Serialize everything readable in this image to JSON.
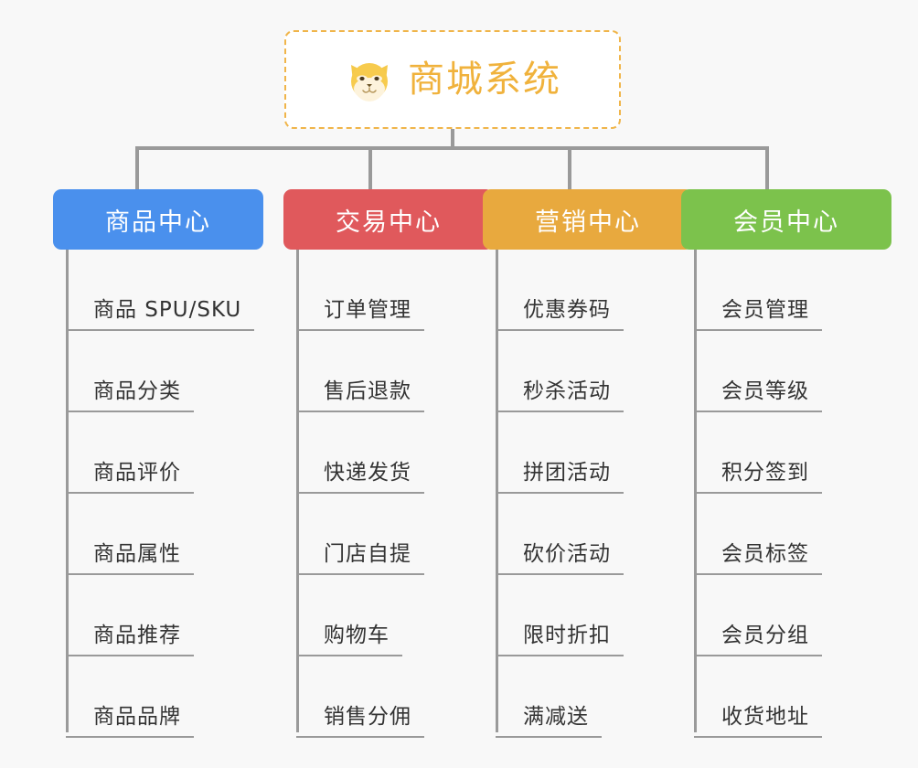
{
  "page": {
    "background_color": "#f8f8f8",
    "line_color": "#9a9a9a",
    "title": "商城系统"
  },
  "root": {
    "title": "商城系统",
    "icon": "shiba-dog-face-icon",
    "text_color": "#f0b23c",
    "border_color": "#f0b54a",
    "background_color": "#ffffff"
  },
  "columns": [
    {
      "header": "商品中心",
      "color": "#4a90ed",
      "items": [
        "商品 SPU/SKU",
        "商品分类",
        "商品评价",
        "商品属性",
        "商品推荐",
        "商品品牌"
      ]
    },
    {
      "header": "交易中心",
      "color": "#e0595c",
      "items": [
        "订单管理",
        "售后退款",
        "快递发货",
        "门店自提",
        "购物车",
        "销售分佣"
      ]
    },
    {
      "header": "营销中心",
      "color": "#e8a93e",
      "items": [
        "优惠券码",
        "秒杀活动",
        "拼团活动",
        "砍价活动",
        "限时折扣",
        "满减送"
      ]
    },
    {
      "header": "会员中心",
      "color": "#7cc24c",
      "items": [
        "会员管理",
        "会员等级",
        "积分签到",
        "会员标签",
        "会员分组",
        "收货地址"
      ]
    }
  ]
}
